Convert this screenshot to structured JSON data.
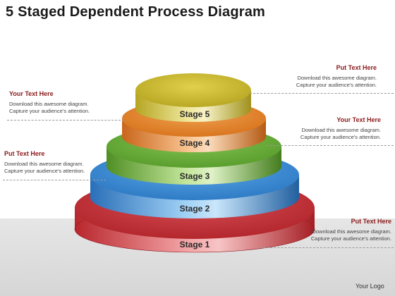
{
  "title": "5 Staged Dependent Process Diagram",
  "stages": [
    {
      "label": "Stage 1",
      "color": "#c8353b"
    },
    {
      "label": "Stage 2",
      "color": "#3d8fd8"
    },
    {
      "label": "Stage 3",
      "color": "#6db33f"
    },
    {
      "label": "Stage 4",
      "color": "#e98a2a"
    },
    {
      "label": "Stage 5",
      "color": "#d8c63a"
    }
  ],
  "notes": {
    "top_right": {
      "heading": "Put Text Here",
      "line1": "Download this  awesome diagram.",
      "line2": "Capture your audience’s attention."
    },
    "upper_left": {
      "heading": "Your Text Here",
      "line1": "Download this  awesome diagram.",
      "line2": "Capture your audience’s attention."
    },
    "mid_right": {
      "heading": "Your Text Here",
      "line1": "Download this  awesome diagram.",
      "line2": "Capture your audience’s attention."
    },
    "mid_left": {
      "heading": "Put Text Here",
      "line1": "Download this  awesome diagram.",
      "line2": "Capture your audience’s attention."
    },
    "bottom_right": {
      "heading": "Put Text Here",
      "line1": "Download this  awesome diagram.",
      "line2": "Capture your audience’s attention."
    }
  },
  "logo": "Your Logo"
}
